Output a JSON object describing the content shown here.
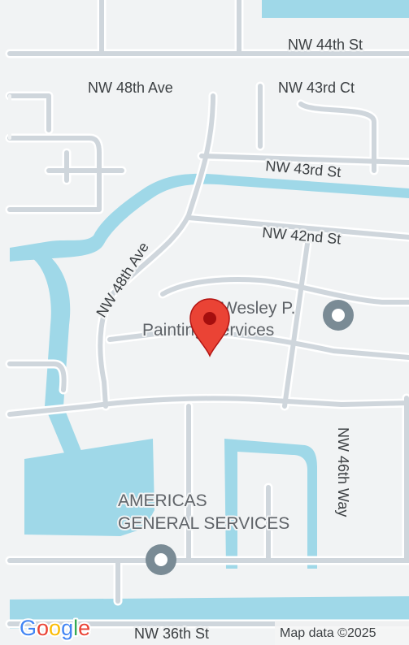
{
  "map": {
    "colors": {
      "land": "#f1f3f4",
      "water": "#9fd8e8",
      "road": "#cfd6dc",
      "road_casing": "#ffffff",
      "label": "#3c4043",
      "poi_label": "#5f6368",
      "poi_marker": "#7a8b95",
      "pin": "#ea4335",
      "pin_dot": "#a50e0e"
    },
    "streets": {
      "nw_44th_st": "NW 44th St",
      "nw_48th_ave_top": "NW 48th Ave",
      "nw_43rd_ct": "NW 43rd Ct",
      "nw_43rd_st": "NW 43rd St",
      "nw_48th_ave_diag": "NW 48th Ave",
      "nw_42nd_st": "NW 42nd St",
      "nw_46th_way": "NW 46th Way",
      "nw_36th_st": "NW 36th St"
    },
    "pois": {
      "wesley": {
        "line1": "Wesley P.",
        "line2": "Painting Services",
        "icon": "place-marker-icon"
      },
      "americas": {
        "line1": "AMERICAS",
        "line2": "GENERAL SERVICES",
        "icon": "place-marker-icon"
      }
    },
    "pin": {
      "icon": "red-location-pin-icon"
    },
    "branding": {
      "logo": "Google",
      "logo_letters": [
        "G",
        "o",
        "o",
        "g",
        "l",
        "e"
      ],
      "logo_colors": [
        "#4285F4",
        "#EA4335",
        "#FBBC05",
        "#4285F4",
        "#34A853",
        "#EA4335"
      ],
      "map_data": "Map data ©2025"
    }
  }
}
